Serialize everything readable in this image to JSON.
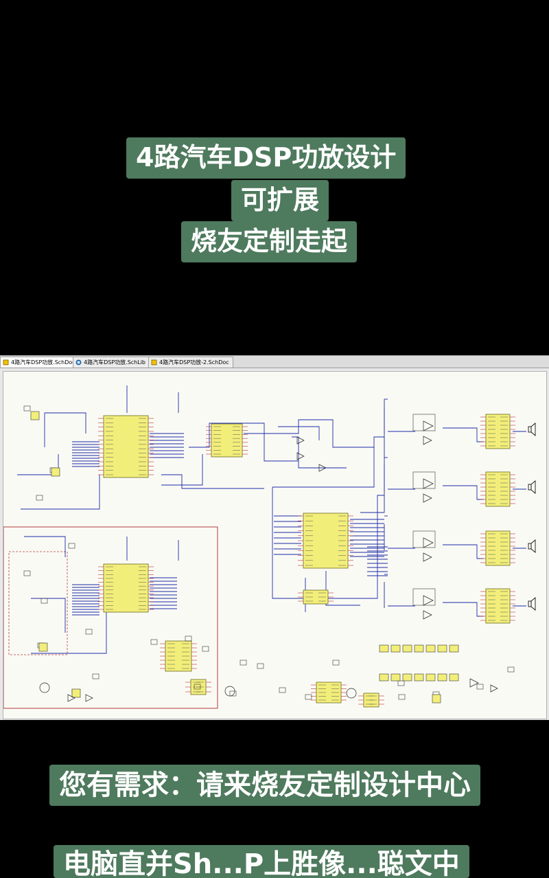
{
  "captions": {
    "title_line1": "4路汽车DSP功放设计",
    "title_line2": "可扩展",
    "title_line3": "烧友定制走起",
    "bottom_line1": "您有需求：请来烧友定制设计中心",
    "bottom_line2": "电脑直并Sh...P上胜像...聪文中"
  },
  "editor": {
    "tabs": [
      {
        "label": "4路汽车DSP功放.SchDoc",
        "icon": "schdoc-icon",
        "active": true
      },
      {
        "label": "4路汽车DSP功放.SchLib",
        "icon": "schlib-icon",
        "active": false
      },
      {
        "label": "4路汽车DSP功放-2.SchDoc",
        "icon": "schdoc-icon",
        "active": false
      }
    ]
  },
  "colors": {
    "caption_bg": "#4e7a5d",
    "chip_fill": "#f2ee7a",
    "wire": "#1c2aa8",
    "border_red": "#b33a3a",
    "pin_red": "#c03030"
  }
}
